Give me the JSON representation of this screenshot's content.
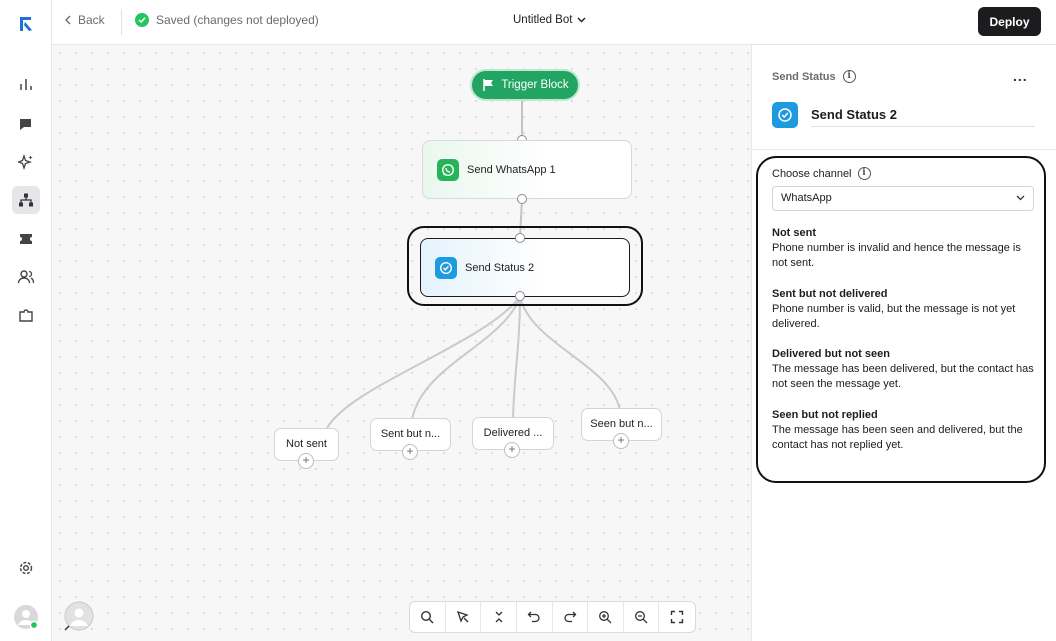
{
  "topbar": {
    "back_label": "Back",
    "saved_status": "Saved (changes not deployed)",
    "bot_name": "Untitled Bot",
    "deploy_label": "Deploy"
  },
  "sidebar": {
    "items": [
      {
        "icon": "logo-icon"
      },
      {
        "icon": "analytics-icon"
      },
      {
        "icon": "chat-icon"
      },
      {
        "icon": "sparkles-icon"
      },
      {
        "icon": "flow-icon",
        "active": true
      },
      {
        "icon": "ticket-icon"
      },
      {
        "icon": "contacts-icon"
      },
      {
        "icon": "integrations-icon"
      },
      {
        "icon": "settings-icon"
      },
      {
        "icon": "avatar-icon"
      }
    ]
  },
  "canvas": {
    "trigger_label": "Trigger Block",
    "nodes": [
      {
        "label": "Send WhatsApp 1"
      },
      {
        "label": "Send Status 2"
      }
    ],
    "leaves": [
      {
        "label": "Not sent"
      },
      {
        "label": "Sent but n..."
      },
      {
        "label": "Delivered ..."
      },
      {
        "label": "Seen but n..."
      }
    ],
    "plus": "+",
    "toolbar": [
      "search-icon",
      "magic-arrange-icon",
      "collapse-icon",
      "undo-icon",
      "redo-icon",
      "zoom-in-icon",
      "zoom-out-icon",
      "fullscreen-icon"
    ]
  },
  "panel": {
    "header_label": "Send Status",
    "more": "...",
    "title": "Send Status 2",
    "channel_label": "Choose channel",
    "channel_value": "WhatsApp",
    "info": "i",
    "statuses": [
      {
        "heading": "Not sent",
        "desc": "Phone number is invalid and hence the message is not sent."
      },
      {
        "heading": "Sent but not delivered",
        "desc": "Phone number is valid, but the message is not yet delivered."
      },
      {
        "heading": "Delivered but not seen",
        "desc": "The message has been delivered, but the contact has not seen the message yet."
      },
      {
        "heading": "Seen but not replied",
        "desc": "The message has been seen and delivered, but the contact has not replied yet."
      }
    ]
  },
  "colors": {
    "accent_green": "#22a463",
    "status_blue": "#1e9ae0",
    "whatsapp_green": "#25b45a",
    "deploy_bg": "#1c1c1e"
  }
}
